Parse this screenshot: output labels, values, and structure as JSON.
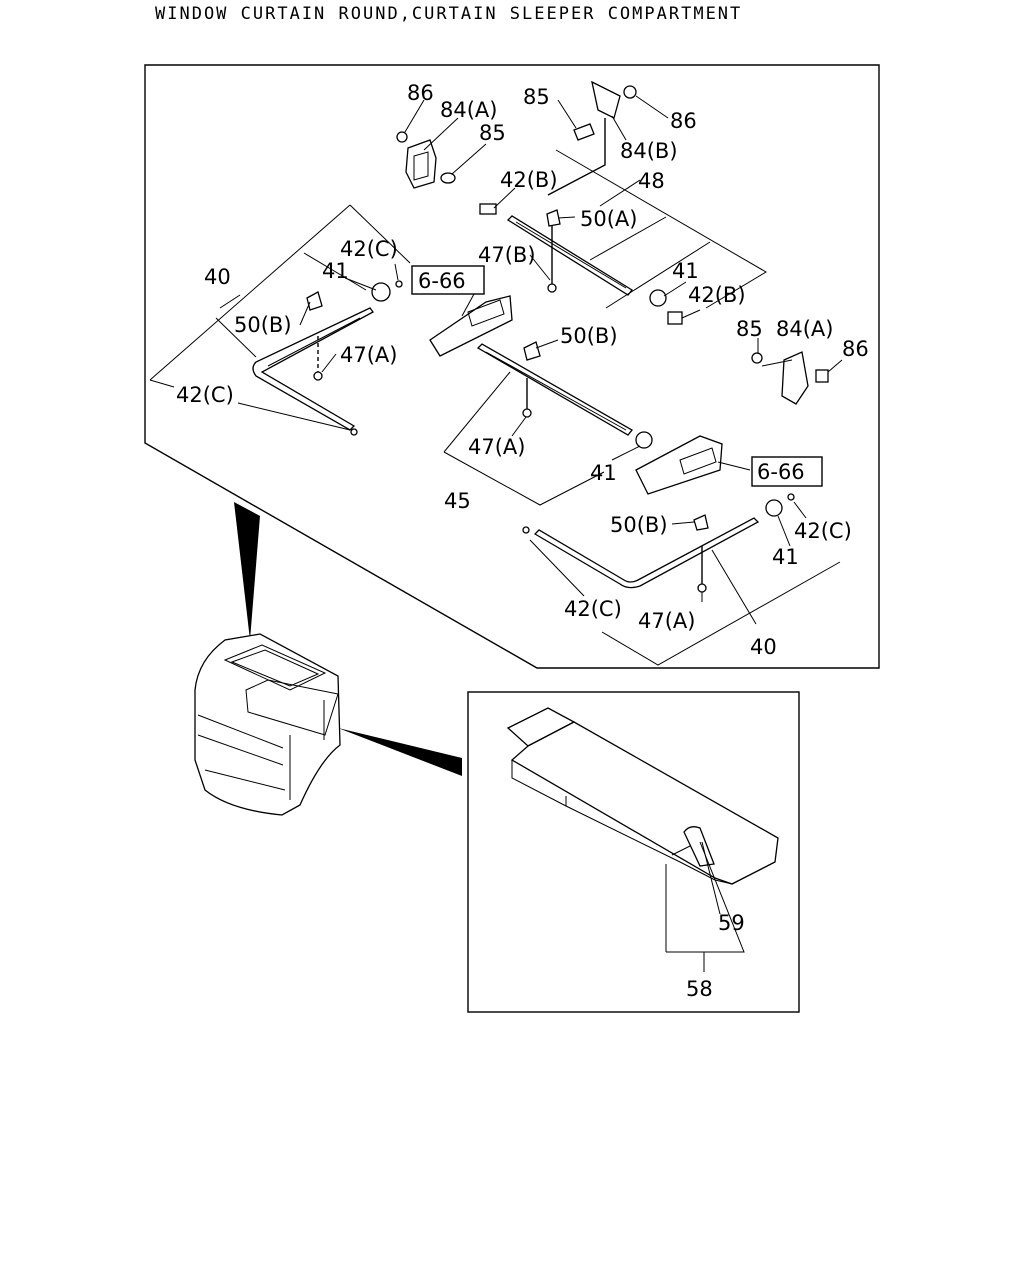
{
  "title": "WINDOW CURTAIN ROUND,CURTAIN SLEEPER COMPARTMENT",
  "labels": {
    "l86a": "86",
    "l84a_top": "84(A)",
    "l85a": "85",
    "l85b": "85",
    "l86b": "86",
    "l84b": "84(B)",
    "l42b_top": "42(B)",
    "l48": "48",
    "l50a": "50(A)",
    "l47b": "47(B)",
    "l41_right_top": "41",
    "l42b_right": "42(B)",
    "l42c_topleft": "42(C)",
    "l40_left": "40",
    "l41_left": "41",
    "l50b_left": "50(B)",
    "l47a_left": "47(A)",
    "l42c_left": "42(C)",
    "l50b_mid": "50(B)",
    "l47a_mid": "47(A)",
    "l45": "45",
    "l41_mid": "41",
    "l85c": "85",
    "l84a_right": "84(A)",
    "l86c": "86",
    "l42c_right": "42(C)",
    "l50b_right": "50(B)",
    "l41_right": "41",
    "l42c_bottom": "42(C)",
    "l47a_right": "47(A)",
    "l40_right": "40",
    "l59": "59",
    "l58": "58"
  },
  "refs": {
    "ref_left": "6-66",
    "ref_right": "6-66"
  }
}
